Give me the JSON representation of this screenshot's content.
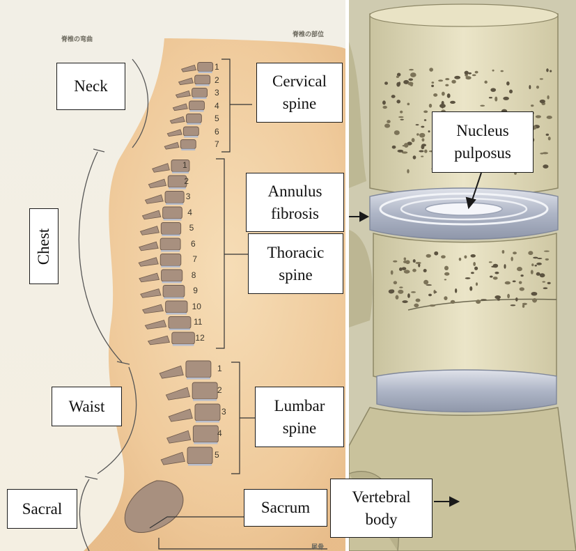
{
  "header": {
    "left_jp_label": "脊椎の弯曲",
    "right_jp_label": "脊椎の部位",
    "bottom_jp_label": "尾骨"
  },
  "labels": {
    "neck": "Neck",
    "chest": "Chest",
    "waist": "Waist",
    "sacral": "Sacral",
    "cervical": "Cervical\nspine",
    "thoracic": "Thoracic\nspine",
    "lumbar": "Lumbar\nspine",
    "sacrum": "Sacrum",
    "nucleus": "Nucleus\npulposus",
    "annulus": "Annulus\nfibrosis",
    "vertebral": "Vertebral\nbody"
  },
  "vertebra_numbers": {
    "cervical": [
      "1",
      "2",
      "3",
      "4",
      "5",
      "6",
      "7"
    ],
    "thoracic": [
      "1",
      "2",
      "3",
      "4",
      "5",
      "6",
      "7",
      "8",
      "9",
      "10",
      "11",
      "12"
    ],
    "lumbar": [
      "1",
      "2",
      "3",
      "4",
      "5"
    ]
  },
  "colors": {
    "skin": "#f0cfa0",
    "bone": "#a8907f",
    "bone_dark": "#6e5a4c",
    "disc": "#b7bdcc",
    "vertebra_body": "#e3dcc0"
  }
}
